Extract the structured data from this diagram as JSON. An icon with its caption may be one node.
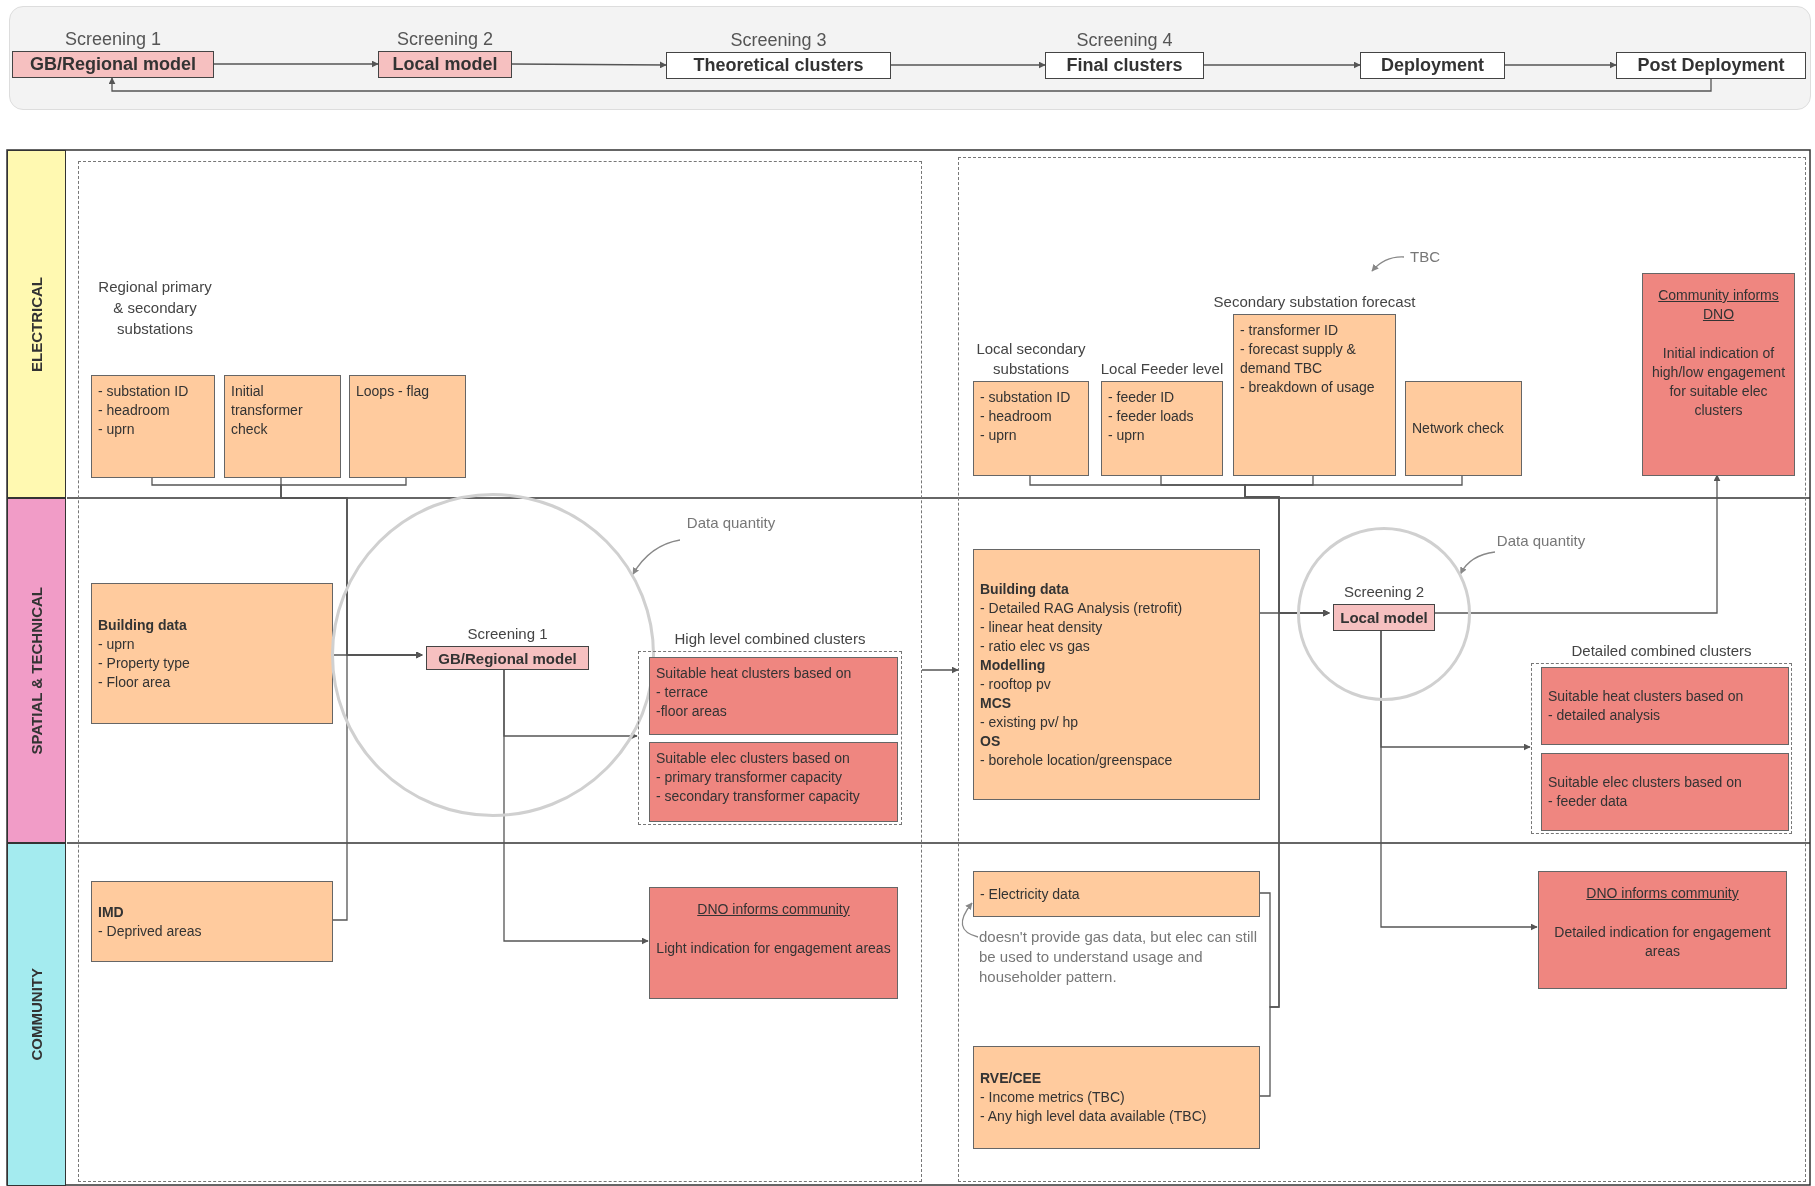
{
  "diagram": {
    "nodes": [
      {
        "text": [
          "Screening 1",
          "GB/Regional model"
        ]
      },
      {
        "text": [
          "Screening 2",
          "Local model"
        ]
      },
      {
        "text": [
          "Screening 3",
          "Theoretical clusters"
        ]
      },
      {
        "text": [
          "Screening 4",
          "Final clusters"
        ]
      },
      {
        "text": [
          "Deployment"
        ]
      },
      {
        "text": [
          "Post Deployment"
        ]
      },
      {
        "text": [
          "ELECTRICAL"
        ]
      },
      {
        "text": [
          "SPATIAL & TECHNICAL"
        ]
      },
      {
        "text": [
          "COMMUNITY"
        ]
      },
      {
        "text": [],
        "shape": "box"
      },
      {
        "text": [
          "- substation ID",
          "- headroom",
          "- uprn"
        ],
        "in": 9
      },
      {
        "text": [
          "Initial transformer check"
        ],
        "in": 9
      },
      {
        "text": [
          "Loops - flag"
        ],
        "in": 9
      },
      {
        "text": [
          "Building data",
          "- uprn",
          "- Property type",
          "- Floor area"
        ],
        "in": 9
      },
      {
        "text": [],
        "shape": "circle",
        "in": 9
      },
      {
        "text": [
          "Data quantity"
        ],
        "in": 9
      },
      {
        "text": [
          "Screening 1",
          "GB/Regional model"
        ],
        "in": 14
      },
      {
        "text": [
          "High level combined clusters"
        ],
        "in": 9
      },
      {
        "text": [
          "Suitable heat clusters based on",
          "- terrace",
          "-floor areas"
        ],
        "in": 17
      },
      {
        "text": [
          "Suitable elec clusters based on",
          "- primary transformer capacity",
          "- secondary transformer capacity"
        ],
        "in": 17
      },
      {
        "text": [
          "IMD",
          "- Deprived areas"
        ],
        "in": 9
      },
      {
        "text": [
          "DNO informs community",
          "Light indication for engagement areas"
        ],
        "in": 9
      },
      {
        "text": [],
        "shape": "box"
      },
      {
        "text": [
          "Local secondary substations",
          "- substation ID",
          "- headroom",
          "- uprn"
        ],
        "in": 22
      },
      {
        "text": [
          "Local Feeder level",
          "- feeder ID",
          "- feeder loads",
          "- uprn"
        ],
        "in": 22
      },
      {
        "text": [
          "Secondary substation forecast",
          "- transformer ID",
          "- forecast supply & demand TBC",
          "- breakdown of usage"
        ],
        "in": 22
      },
      {
        "text": [
          "TBC"
        ],
        "in": 22
      },
      {
        "text": [
          "Network check"
        ],
        "in": 22
      },
      {
        "text": [
          "Community informs DNO",
          "Initial indication of high/low engagement for suitable elec clusters"
        ],
        "in": 22
      },
      {
        "text": [
          "Building data",
          "- Detailed RAG Analysis (retrofit)",
          "- linear heat density",
          "- ratio elec vs gas",
          "Modelling",
          "- rooftop pv",
          "MCS",
          "- existing pv/ hp",
          "OS",
          "- borehole location/greenspace"
        ],
        "in": 22
      },
      {
        "text": [],
        "shape": "circle",
        "in": 22
      },
      {
        "text": [
          "Data quantity"
        ],
        "in": 22
      },
      {
        "text": [
          "Screening 2",
          "Local model"
        ],
        "in": 30
      },
      {
        "text": [
          "Detailed combined clusters"
        ],
        "in": 22
      },
      {
        "text": [
          "Suitable heat clusters based on",
          "- detailed analysis"
        ],
        "in": 33
      },
      {
        "text": [
          "Suitable elec clusters based on",
          "- feeder data"
        ],
        "in": 33
      },
      {
        "text": [
          "- Electricity data"
        ],
        "in": 22
      },
      {
        "text": [
          "doesn't provide gas data, but elec can still be used to understand usage and householder pattern."
        ],
        "in": 22
      },
      {
        "text": [
          "RVE/CEE",
          "- Income metrics (TBC)",
          "- Any high level data available (TBC)"
        ],
        "in": 22
      },
      {
        "text": [
          "DNO informs community",
          "Detailed indication for engagement areas"
        ],
        "in": 22
      }
    ],
    "edges": [
      {
        "from": 0,
        "to": 1,
        "arrow": "to"
      },
      {
        "from": 1,
        "to": 2,
        "arrow": "to"
      },
      {
        "from": 2,
        "to": 3,
        "arrow": "to"
      },
      {
        "from": 3,
        "to": 4,
        "arrow": "to"
      },
      {
        "from": 4,
        "to": 5,
        "arrow": "to"
      },
      {
        "from": 5,
        "to": 0,
        "arrow": "to"
      },
      {
        "from": 10,
        "to": 16,
        "arrow": "to"
      },
      {
        "from": 11,
        "to": 16,
        "arrow": "to"
      },
      {
        "from": 12,
        "to": 16,
        "arrow": "to"
      },
      {
        "from": 13,
        "to": 16,
        "arrow": "to"
      },
      {
        "from": 20,
        "to": 16,
        "arrow": "to"
      },
      {
        "from": 15,
        "to": 14,
        "arrow": "to"
      },
      {
        "from": 16,
        "to": 17,
        "arrow": "to"
      },
      {
        "from": 16,
        "to": 21,
        "arrow": "to"
      },
      {
        "from": 9,
        "to": 22,
        "arrow": "to"
      },
      {
        "from": 23,
        "to": 32,
        "arrow": "to"
      },
      {
        "from": 24,
        "to": 32,
        "arrow": "to"
      },
      {
        "from": 25,
        "to": 32,
        "arrow": "to"
      },
      {
        "from": 27,
        "to": 32,
        "arrow": "to"
      },
      {
        "from": 29,
        "to": 32,
        "arrow": "to"
      },
      {
        "from": 36,
        "to": 32,
        "arrow": "to"
      },
      {
        "from": 38,
        "to": 32,
        "arrow": "to"
      },
      {
        "from": 26,
        "to": 25,
        "arrow": "to"
      },
      {
        "from": 31,
        "to": 30,
        "arrow": "to"
      },
      {
        "from": 32,
        "to": 28,
        "arrow": "to"
      },
      {
        "from": 32,
        "to": 33,
        "arrow": "to"
      },
      {
        "from": 32,
        "to": 39,
        "arrow": "to"
      },
      {
        "from": 37,
        "to": 36,
        "arrow": "to"
      }
    ],
    "labels": [
      "Regional primary & secondary substations"
    ]
  }
}
